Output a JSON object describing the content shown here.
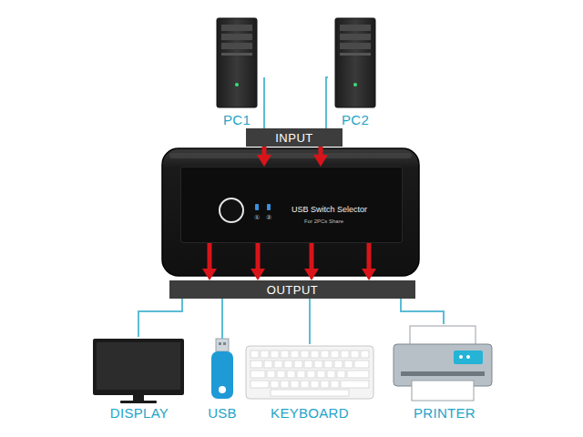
{
  "diagram": {
    "nodes": [
      {
        "text": [
          "PC1"
        ]
      },
      {
        "text": [
          "PC2"
        ]
      },
      {
        "text": [
          "INPUT"
        ]
      },
      {
        "text": [
          "USB Switch Selector",
          "For 2PCs Share"
        ]
      },
      {
        "text": [
          "OUTPUT"
        ]
      },
      {
        "text": [
          "DISPLAY"
        ]
      },
      {
        "text": [
          "USB"
        ]
      },
      {
        "text": [
          "KEYBOARD"
        ]
      },
      {
        "text": [
          "PRINTER"
        ]
      }
    ],
    "edges": [
      {
        "from": 0,
        "to": 2,
        "arrow": "none"
      },
      {
        "from": 1,
        "to": 2,
        "arrow": "none"
      },
      {
        "from": 2,
        "to": 3,
        "arrow": "to"
      },
      {
        "from": 2,
        "to": 3,
        "arrow": "to"
      },
      {
        "from": 3,
        "to": 4,
        "arrow": "to"
      },
      {
        "from": 3,
        "to": 4,
        "arrow": "to"
      },
      {
        "from": 3,
        "to": 4,
        "arrow": "to"
      },
      {
        "from": 3,
        "to": 4,
        "arrow": "to"
      },
      {
        "from": 4,
        "to": 5,
        "arrow": "none"
      },
      {
        "from": 4,
        "to": 6,
        "arrow": "none"
      },
      {
        "from": 4,
        "to": 7,
        "arrow": "none"
      },
      {
        "from": 4,
        "to": 8,
        "arrow": "none"
      }
    ],
    "labels": [
      "①",
      "②"
    ]
  }
}
